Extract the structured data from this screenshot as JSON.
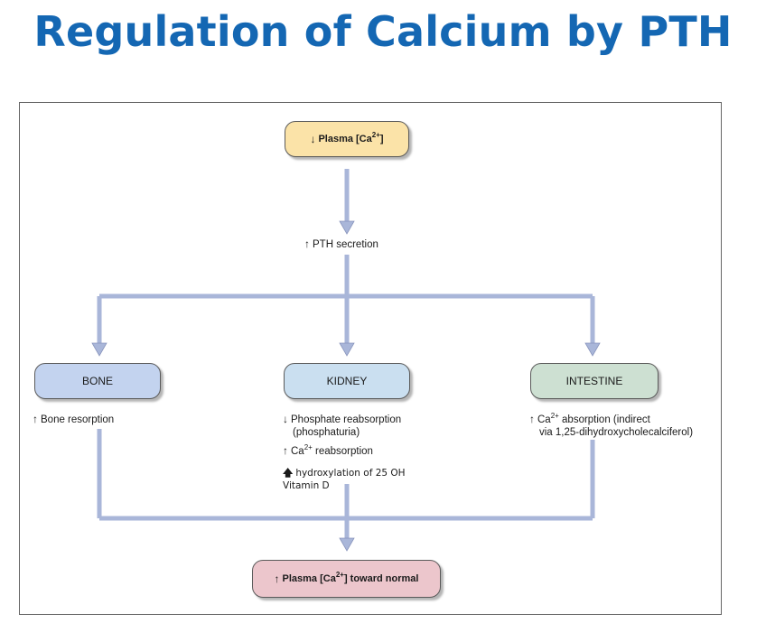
{
  "title": "Regulation of Calcium by PTH",
  "arrows": {
    "up": "↑",
    "down": "↓",
    "up_bold": "🡅"
  },
  "nodes": {
    "plasma_low": {
      "prefix": "Plasma [Ca",
      "sup": "2+",
      "suffix": "]"
    },
    "pth": "PTH secretion",
    "bone": "BONE",
    "kidney": "KIDNEY",
    "intestine": "INTESTINE",
    "plasma_normal": {
      "prefix": "Plasma [Ca",
      "sup": "2+",
      "suffix": "] toward normal"
    }
  },
  "effects": {
    "bone": "Bone resorption",
    "kidney_phosphate": {
      "line1": "Phosphate reabsorption",
      "line2": "(phosphaturia)"
    },
    "kidney_ca": {
      "prefix": "Ca",
      "sup": "2+",
      "suffix": " reabsorption"
    },
    "kidney_vitd": {
      "line1": "hydroxylation of 25 OH",
      "line2": "Vitamin D"
    },
    "intestine": {
      "prefix": "Ca",
      "sup": "2+",
      "suffix": " absorption (indirect",
      "line2": "via 1,25-dihydroxycholecalciferol)"
    }
  },
  "colors": {
    "title": "#1467b3",
    "connector": "#a9b6d9",
    "plasma_box": "#fbe3a8",
    "bone_box": "#c3d3ef",
    "kidney_box": "#cadff0",
    "intestine_box": "#cde0d2",
    "normal_box": "#ecc6cc"
  }
}
